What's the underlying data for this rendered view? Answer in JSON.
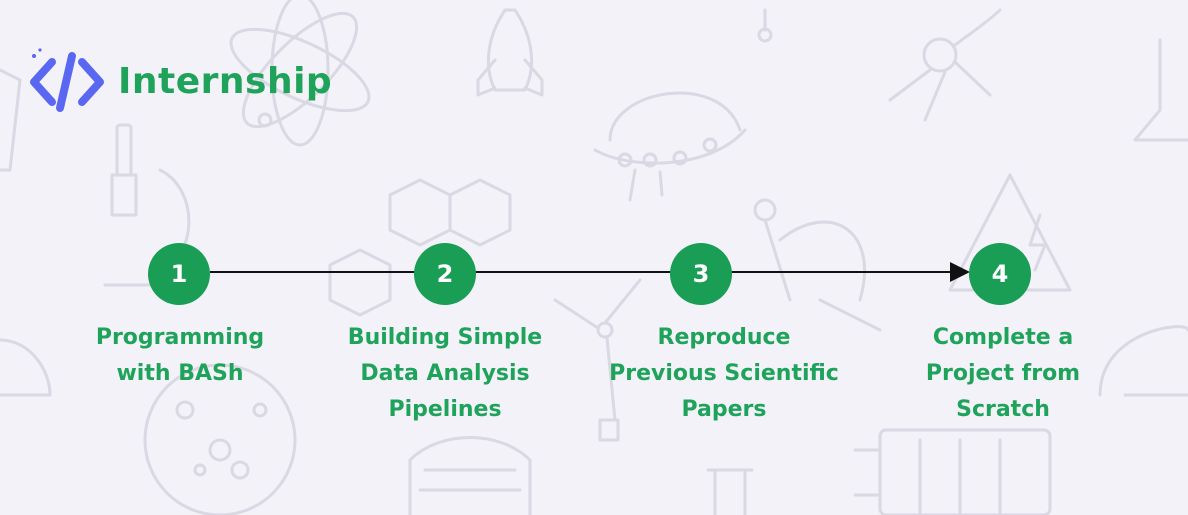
{
  "header": {
    "logo_icon": "code-brackets-icon",
    "title": "Internship"
  },
  "colors": {
    "background": "#f3f2f9",
    "accent_green": "#1a9d55",
    "text_green": "#1fa35b",
    "logo_blue": "#5a67f0",
    "connector": "#111111",
    "doodle": "#d9d8e3"
  },
  "steps": [
    {
      "number": "1",
      "line1": "Programming",
      "line2": "with BASh",
      "line3": ""
    },
    {
      "number": "2",
      "line1": "Building Simple",
      "line2": "Data Analysis",
      "line3": "Pipelines"
    },
    {
      "number": "3",
      "line1": "Reproduce",
      "line2": "Previous Scientific",
      "line3": "Papers"
    },
    {
      "number": "4",
      "line1": "Complete a",
      "line2": "Project from",
      "line3": "Scratch"
    }
  ]
}
